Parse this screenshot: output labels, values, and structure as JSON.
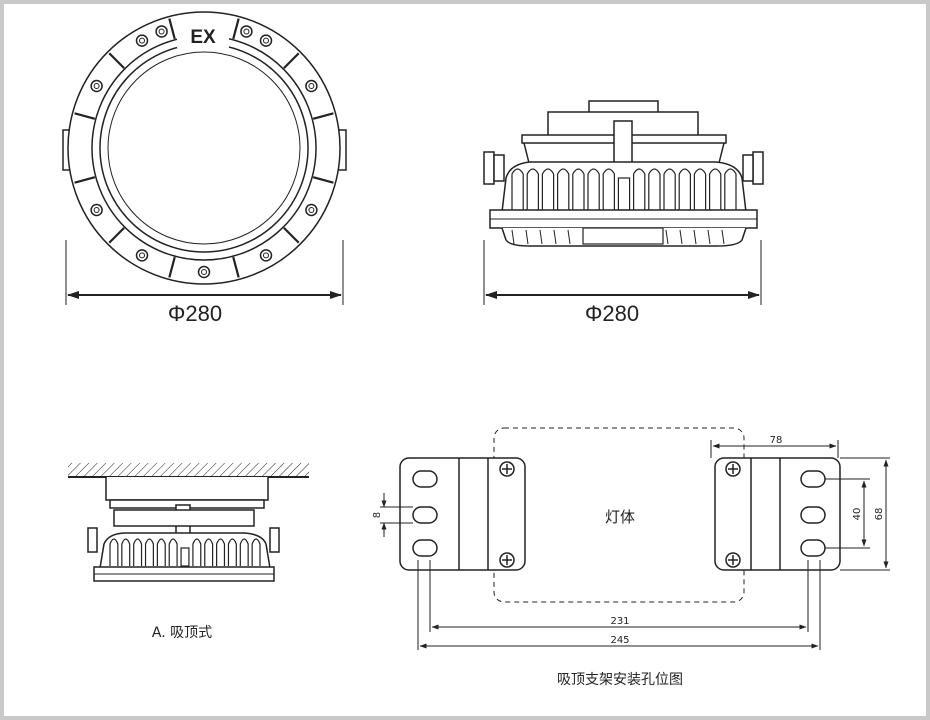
{
  "top_left": {
    "badge": "EX",
    "dimension": "Φ280"
  },
  "top_right": {
    "dimension": "Φ280"
  },
  "bottom_left": {
    "caption": "A. 吸顶式"
  },
  "bottom_right": {
    "body_label": "灯体",
    "dims": {
      "d78": "78",
      "d8": "8",
      "d40": "40",
      "d68": "68",
      "d231": "231",
      "d245": "245"
    },
    "caption": "吸顶支架安装孔位图"
  }
}
